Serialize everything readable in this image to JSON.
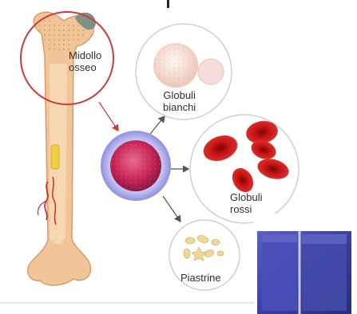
{
  "labels": {
    "marrow_line1": "Midollo",
    "marrow_line2": "osseo",
    "white_line1": "Globuli",
    "white_line2": "bianchi",
    "red_line1": "Globuli",
    "red_line2": "rossi",
    "platelets": "Piastrine"
  },
  "colors": {
    "bone": "#f2c598",
    "bone_shade": "#e3ad7c",
    "marrow_circle": "#cf3b3b",
    "stem_cell": "#c8275a",
    "stem_cell_ring": "#8f8fe0",
    "red_cell": "#c51414",
    "white_cell": "#f3d9cf",
    "platelet": "#efd89a",
    "arrow": "#555555",
    "photo_blue": "#3b3fa8"
  },
  "icons": {
    "bone": "femur-bone-icon",
    "stem_cell": "stem-cell-icon",
    "white_cells": "white-blood-cell-icon",
    "red_cells": "red-blood-cell-icon",
    "platelets": "platelet-icon",
    "photo": "blue-sample-photo"
  }
}
